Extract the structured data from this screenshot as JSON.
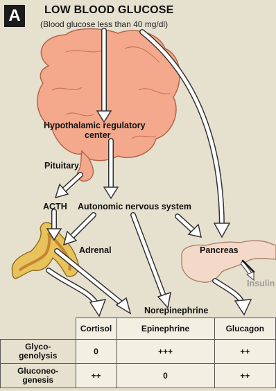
{
  "panel": {
    "letter": "A"
  },
  "title": "LOW BLOOD GLUCOSE",
  "subtitle": "(Blood glucose less than 40 mg/dl)",
  "labels": {
    "hypothalamic_line1": "Hypothalamic regulatory",
    "hypothalamic_line2": "center",
    "pituitary": "Pituitary",
    "acth": "ACTH",
    "autonomic": "Autonomic nervous system",
    "adrenal": "Adrenal",
    "pancreas": "Pancreas",
    "insulin": "Insulin",
    "norepinephrine": "Norepinephrine"
  },
  "colors": {
    "brain": "#f4a98c",
    "adrenal": "#e8c25a",
    "adrenal_core": "#b9752a",
    "pancreas": "#f5d9c8",
    "arrow_fill": "#ffffff",
    "arrow_stroke": "#333333",
    "background": "#e6e0cf"
  },
  "table": {
    "columns": [
      "Cortisol",
      "Epinephrine",
      "Glucagon"
    ],
    "rows": [
      {
        "label_line1": "Glyco-",
        "label_line2": "genolysis",
        "values": [
          "0",
          "+++",
          "++"
        ]
      },
      {
        "label_line1": "Gluconeo-",
        "label_line2": "genesis",
        "values": [
          "++",
          "0",
          "++"
        ]
      }
    ]
  }
}
